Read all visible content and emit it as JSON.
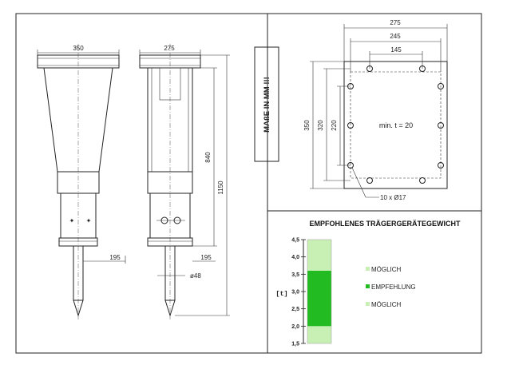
{
  "side_view": {
    "width_label": "350",
    "base_label": "195"
  },
  "front_view": {
    "width_label": "275",
    "height_840": "840",
    "height_1150": "1150",
    "base_label": "195",
    "tool_dia": "ø48"
  },
  "note": {
    "text": "MAßE IN MM !!!"
  },
  "plate": {
    "dim_275": "275",
    "dim_245": "245",
    "dim_145": "145",
    "dim_350": "350",
    "dim_320": "320",
    "dim_220": "220",
    "thickness": "min. t = 20",
    "holes": "10 x Ø17"
  },
  "weight_chart": {
    "title": "EMPFOHLENES TRÄGERGERÄTEGEWICHT",
    "unit": "[t]",
    "ticks": [
      "1,5",
      "2,0",
      "2,5",
      "3,0",
      "3,5",
      "4,0",
      "4,5"
    ],
    "legend": [
      {
        "label": "MÖGLICH",
        "color": "#c8f0b4"
      },
      {
        "label": "EMPFEHLUNG",
        "color": "#22bb22"
      },
      {
        "label": "MÖGLICH",
        "color": "#c8f0b4"
      }
    ]
  },
  "chart_data": {
    "type": "bar",
    "title": "EMPFOHLENES TRÄGERGERÄTEGEWICHT",
    "ylabel": "[t]",
    "ylim": [
      1.5,
      4.5
    ],
    "series": [
      {
        "name": "MÖGLICH",
        "range": [
          1.5,
          2.0
        ],
        "color": "#c8f0b4"
      },
      {
        "name": "EMPFEHLUNG",
        "range": [
          2.0,
          3.6
        ],
        "color": "#22bb22"
      },
      {
        "name": "MÖGLICH",
        "range": [
          3.6,
          4.5
        ],
        "color": "#c8f0b4"
      }
    ]
  }
}
